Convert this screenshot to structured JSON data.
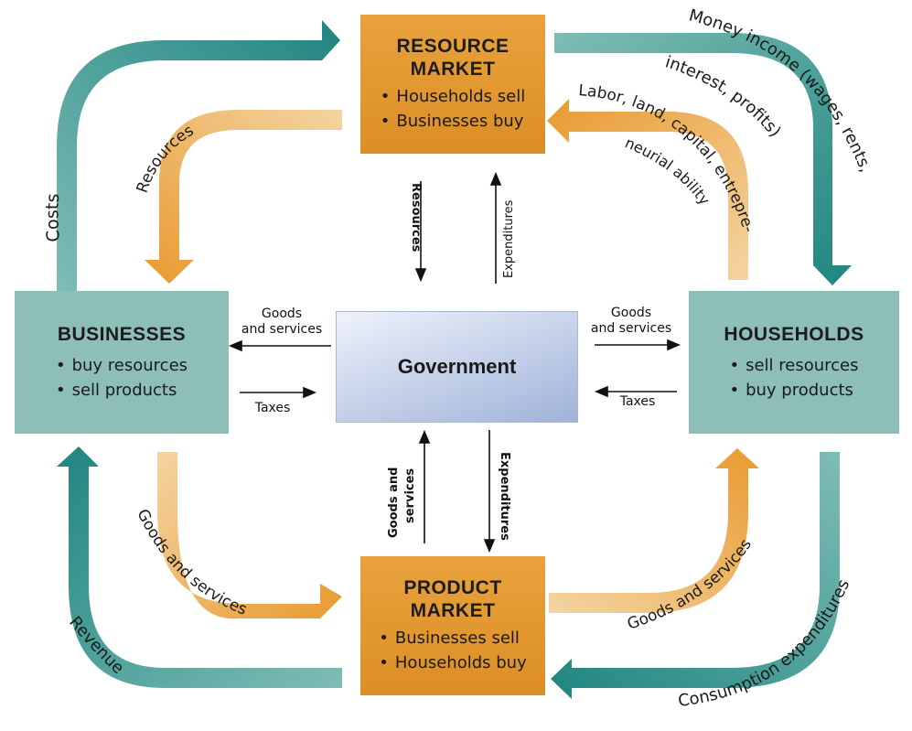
{
  "resource_market": {
    "title_line1": "RESOURCE",
    "title_line2": "MARKET",
    "items": [
      "Households sell",
      "Businesses buy"
    ]
  },
  "product_market": {
    "title_line1": "PRODUCT",
    "title_line2": "MARKET",
    "items": [
      "Businesses sell",
      "Households buy"
    ]
  },
  "businesses": {
    "title": "BUSINESSES",
    "items": [
      "buy resources",
      "sell products"
    ]
  },
  "households": {
    "title": "HOUSEHOLDS",
    "items": [
      "sell resources",
      "buy products"
    ]
  },
  "government": {
    "title": "Government"
  },
  "flow_labels": {
    "costs": "Costs",
    "resources_left": "Resources",
    "money_income_1": "Money income (wages, rents,",
    "money_income_2": "interest, profits)",
    "labor_1": "Labor, land, capital, entrepre-",
    "labor_2": "neurial ability",
    "revenue": "Revenue",
    "goods_services_left": "Goods and services",
    "goods_services_right": "Goods and services",
    "consumption": "Consumption expenditures"
  },
  "gov_labels": {
    "resources_down": "Resources",
    "expenditures_up": "Expenditures",
    "goods_left_1": "Goods",
    "goods_left_2": "and services",
    "taxes_left": "Taxes",
    "goods_right_1": "Goods",
    "goods_right_2": "and services",
    "taxes_right": "Taxes",
    "goods_bottom_1": "Goods and",
    "goods_bottom_2": "services",
    "expenditures_down": "Expenditures"
  },
  "colors": {
    "teal_flow": "#2f8f89",
    "orange_flow": "#eba13e",
    "box_orange": "#e39a33",
    "box_teal": "#8dbfb8",
    "gov_blue": "#b7c6e6"
  }
}
